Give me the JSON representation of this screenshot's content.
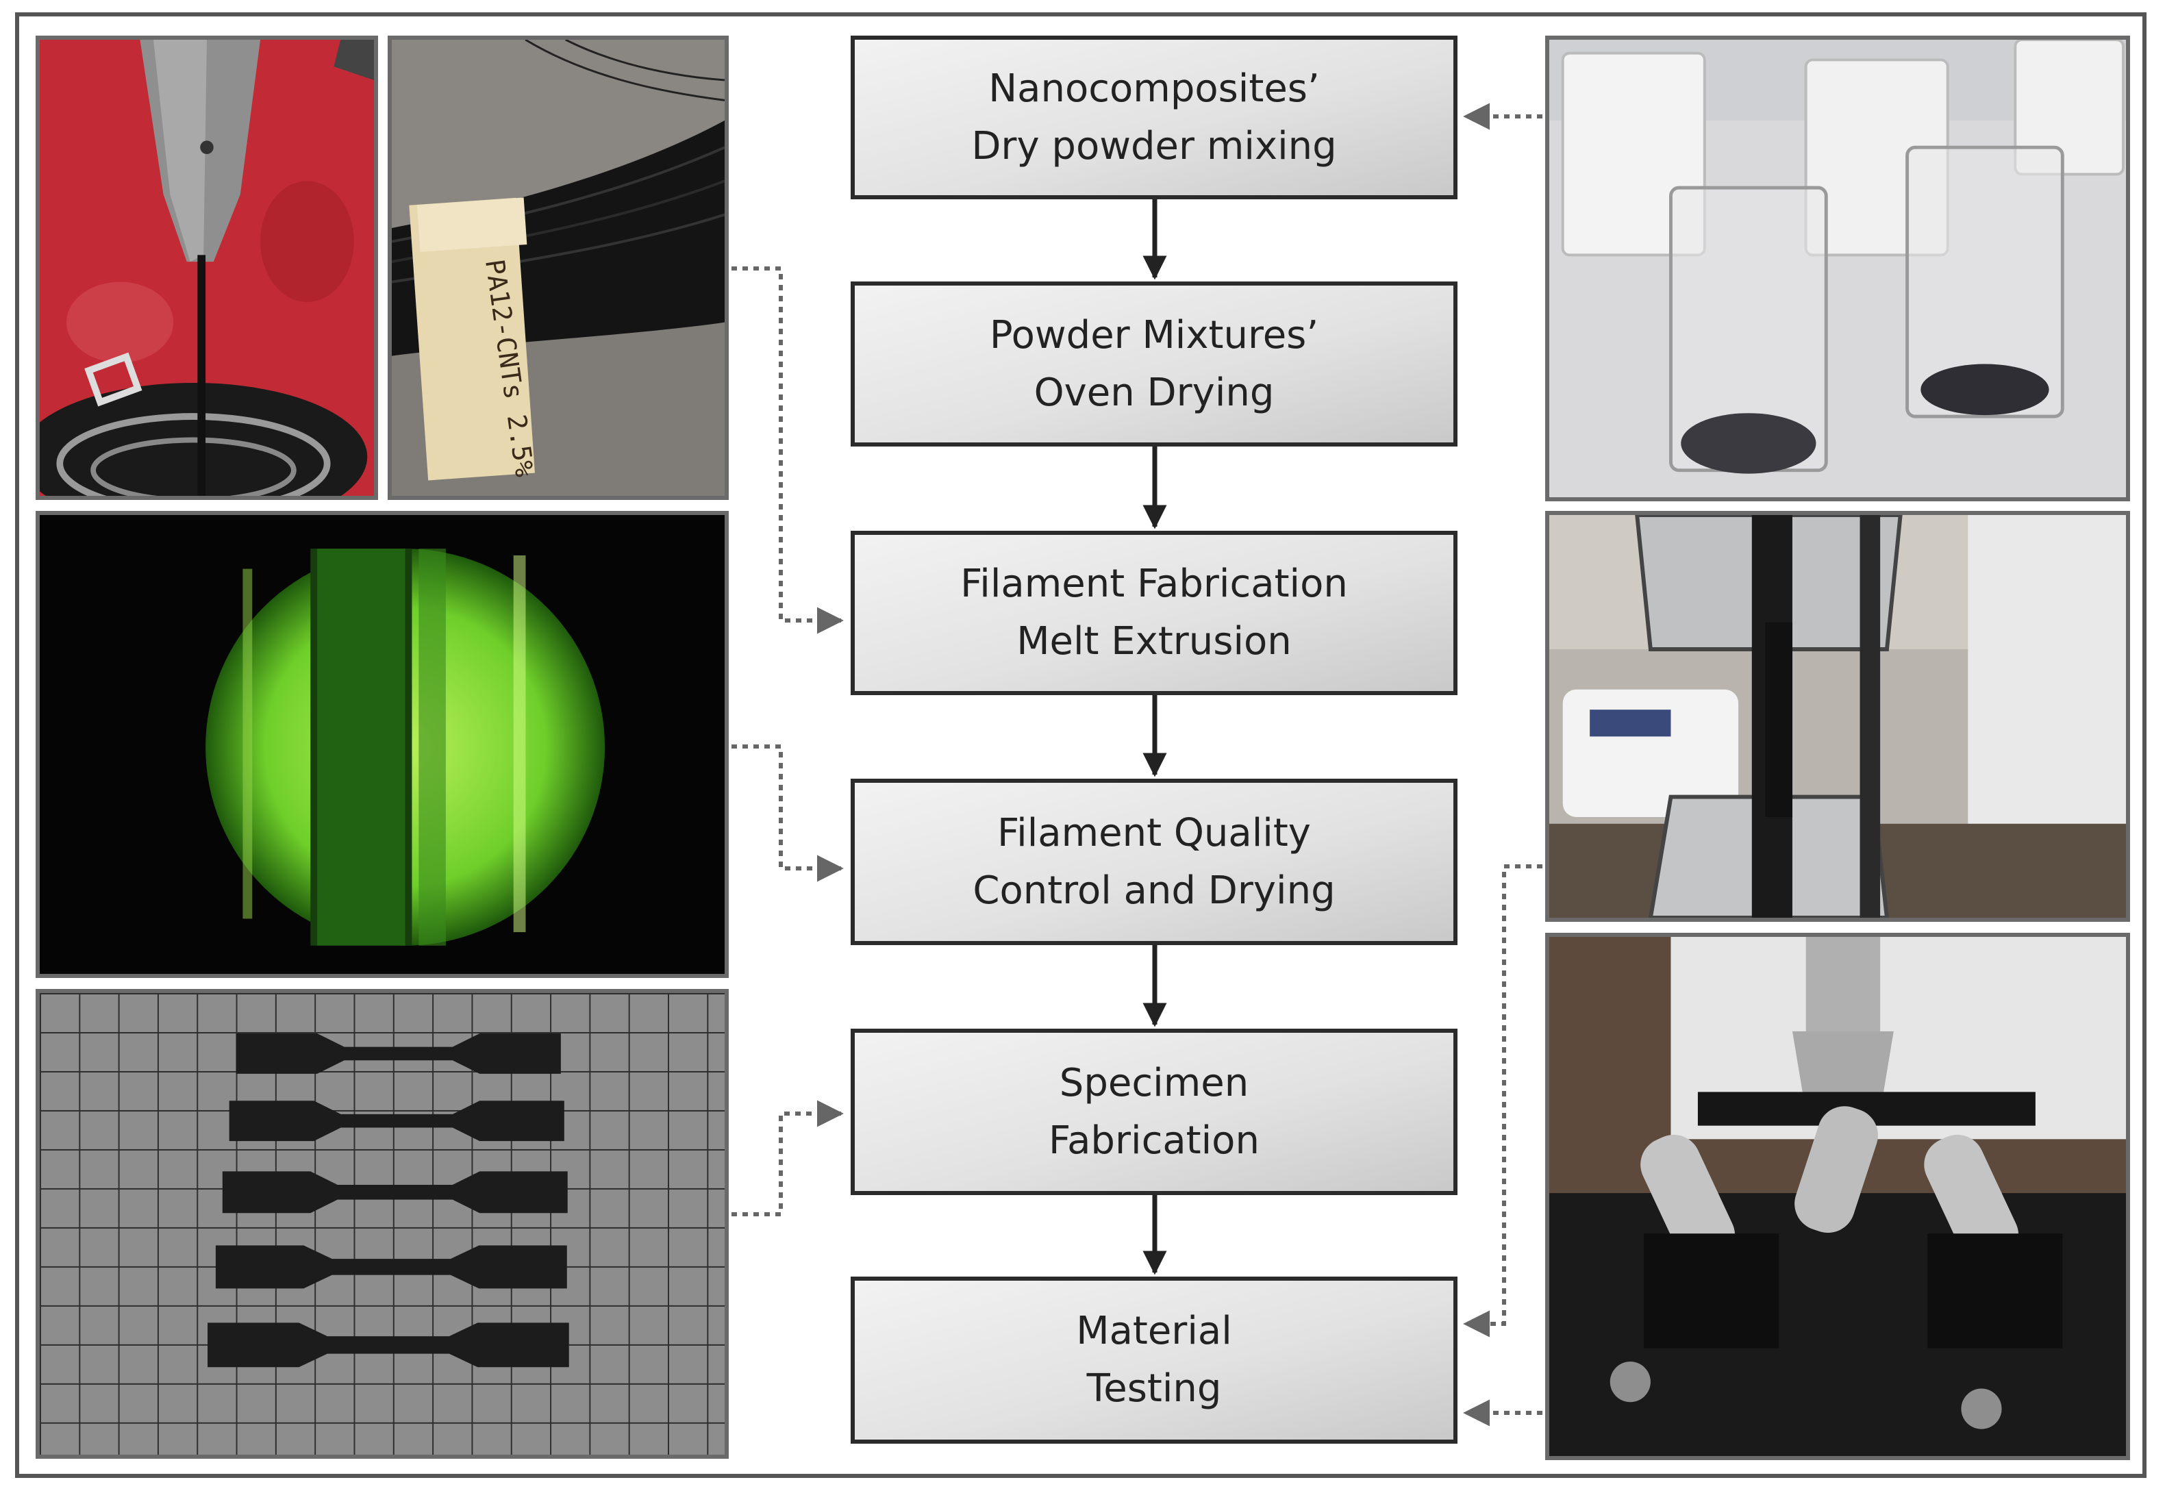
{
  "steps": [
    {
      "id": "mixing",
      "line1": "Nanocomposites’",
      "line2": "Dry powder mixing"
    },
    {
      "id": "drying",
      "line1": "Powder Mixtures’",
      "line2": "Oven Drying"
    },
    {
      "id": "extrusion",
      "line1": "Filament Fabrication",
      "line2": "Melt Extrusion"
    },
    {
      "id": "quality",
      "line1": "Filament Quality",
      "line2": "Control and Drying"
    },
    {
      "id": "specimen",
      "line1": "Specimen",
      "line2": "Fabrication"
    },
    {
      "id": "testing",
      "line1": "Material",
      "line2": "Testing"
    }
  ],
  "photo_labels": {
    "filament_spool_tag": "PA12-CNTs 2.5%"
  },
  "colors": {
    "frame": "#555555",
    "box_border": "#2b2b2b",
    "arrow": "#222222",
    "connector": "#666666",
    "text": "#222222"
  }
}
